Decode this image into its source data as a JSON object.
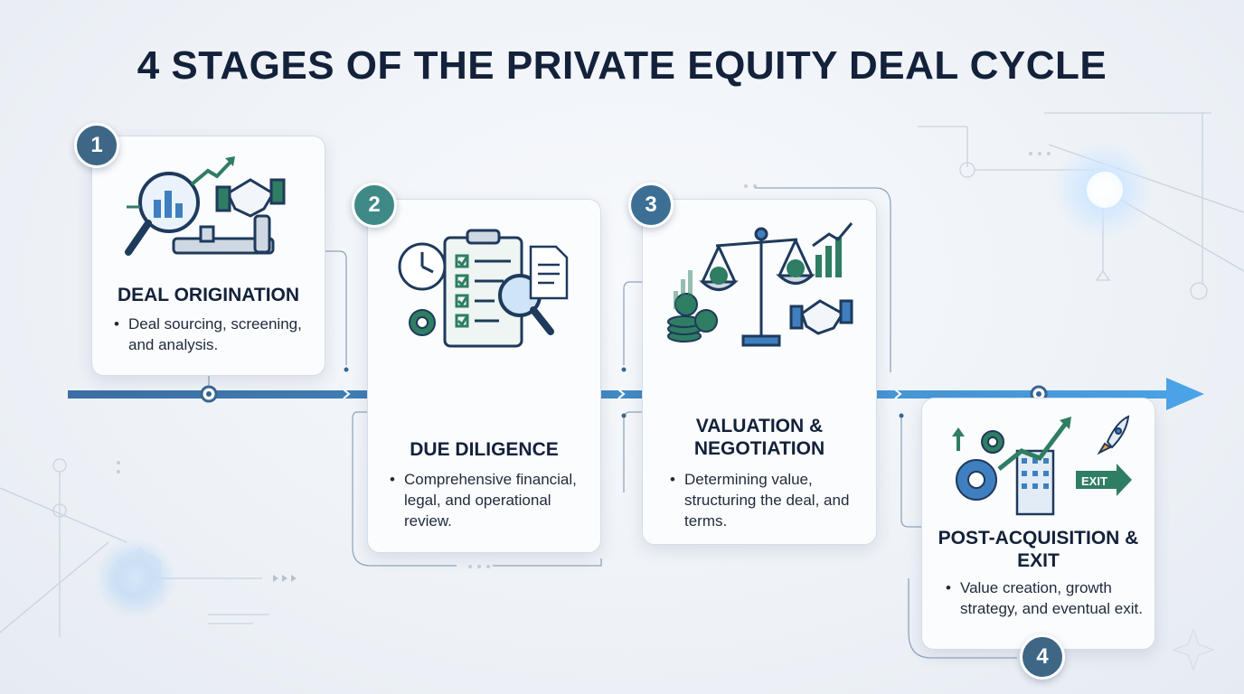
{
  "title": "4 STAGES OF THE PRIVATE EQUITY DEAL CYCLE",
  "colors": {
    "navy": "#13213a",
    "blue": "#3f7fc0",
    "badge_1": "#3d6785",
    "badge_2": "#3f8a86",
    "badge_3": "#3d6f95",
    "badge_4": "#3d6785",
    "accent_green": "#2f7d62"
  },
  "stages": [
    {
      "number": "1",
      "title": "DEAL ORIGINATION",
      "bullet": "Deal sourcing, screening, and analysis.",
      "icons": [
        "magnifier-chart-icon",
        "handshake-icon",
        "pipe-icon",
        "growth-arrow-icon"
      ]
    },
    {
      "number": "2",
      "title": "DUE DILIGENCE",
      "bullet": "Comprehensive financial, legal, and operational review.",
      "icons": [
        "clock-icon",
        "clipboard-checklist-icon",
        "magnifier-icon",
        "gear-icon",
        "document-icon"
      ]
    },
    {
      "number": "3",
      "title": "VALUATION & NEGOTIATION",
      "bullet": "Determining value, structuring the deal, and terms.",
      "icons": [
        "scale-icon",
        "coins-icon",
        "bar-chart-icon",
        "handshake-icon"
      ]
    },
    {
      "number": "4",
      "title": "POST-ACQUISITION & EXIT",
      "bullet": "Value creation, growth strategy, and eventual exit.",
      "exit_label": "EXIT",
      "icons": [
        "gear-icon",
        "building-icon",
        "growth-arrow-icon",
        "rocket-icon",
        "exit-arrow-icon"
      ]
    }
  ]
}
